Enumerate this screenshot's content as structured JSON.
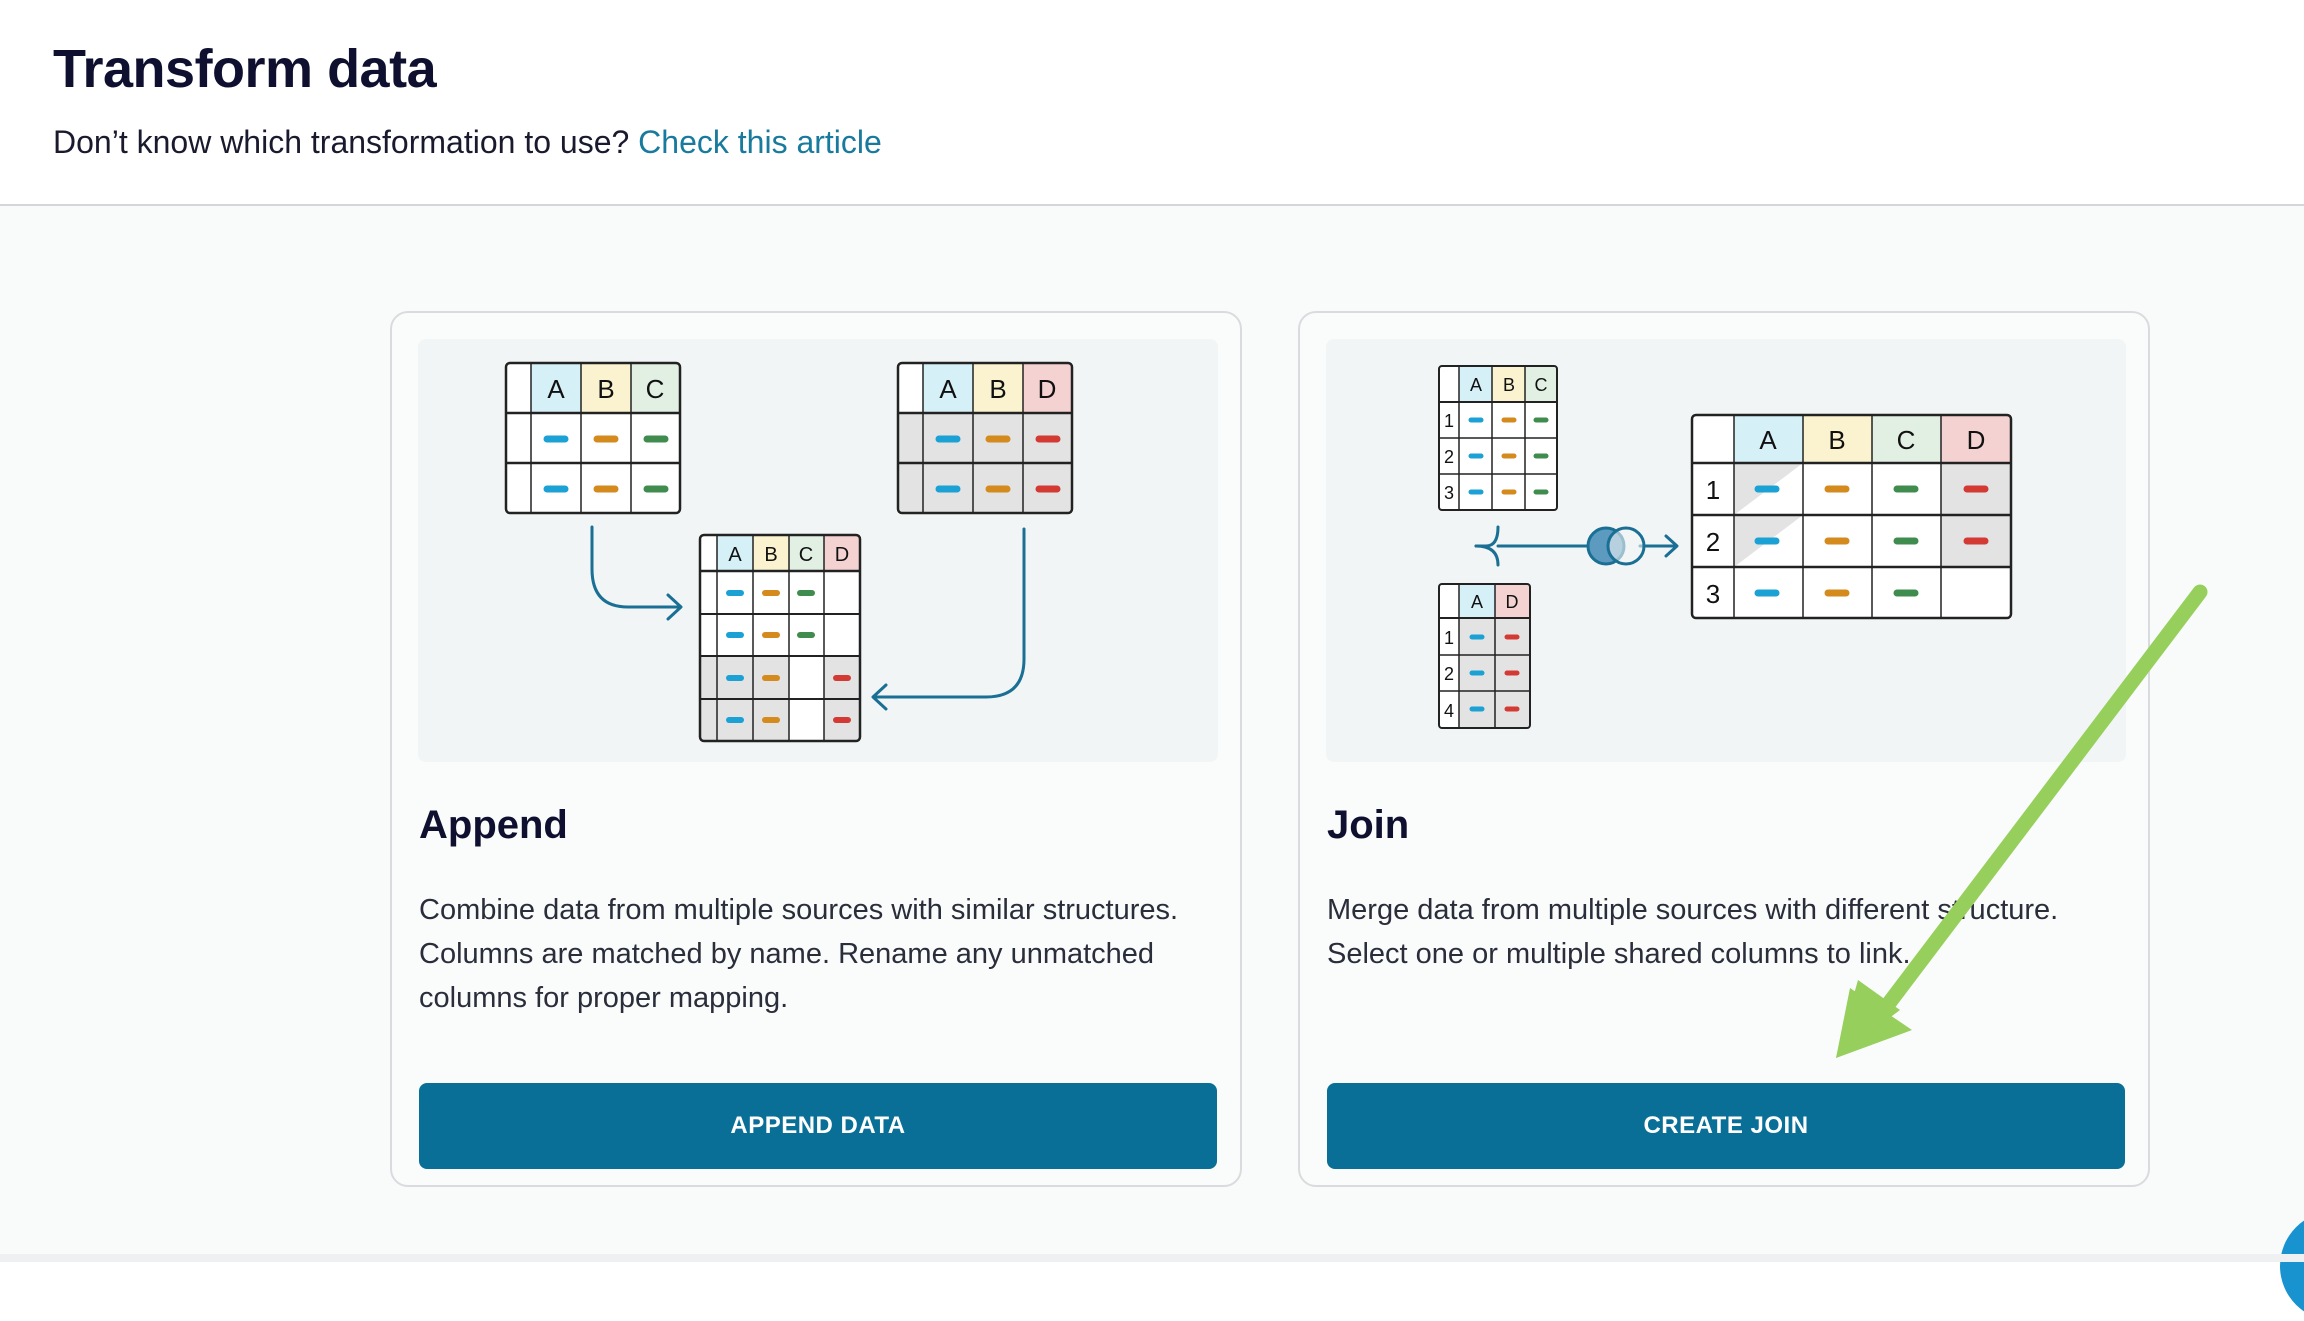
{
  "header": {
    "title": "Transform data",
    "subtitle_text": "Don’t know which transformation to use?",
    "subtitle_link": "Check this article"
  },
  "cards": {
    "append": {
      "title": "Append",
      "description": "Combine data from multiple sources with similar structures. Columns are matched by name. Rename any unmatched columns for proper mapping.",
      "button_label": "APPEND DATA"
    },
    "join": {
      "title": "Join",
      "description": "Merge data from multiple sources with different structure. Select one or multiple shared columns to link.",
      "button_label": "CREATE JOIN"
    }
  },
  "illustration": {
    "col_a": "A",
    "col_b": "B",
    "col_c": "C",
    "col_d": "D",
    "row_1": "1",
    "row_2": "2",
    "row_3": "3",
    "row_4": "4"
  },
  "colors": {
    "accent": "#0a6f97",
    "link": "#187a9c",
    "annotation_arrow": "#96cf5c",
    "col_a_bg": "#d6f0f8",
    "col_b_bg": "#fbf2cf",
    "col_c_bg": "#e2f0e4",
    "col_d_bg": "#f5d2d2"
  },
  "icons": {
    "flow_arrow": "curved-arrow-icon",
    "join_symbol": "venn-join-icon",
    "annotation": "pointer-arrow-icon"
  }
}
